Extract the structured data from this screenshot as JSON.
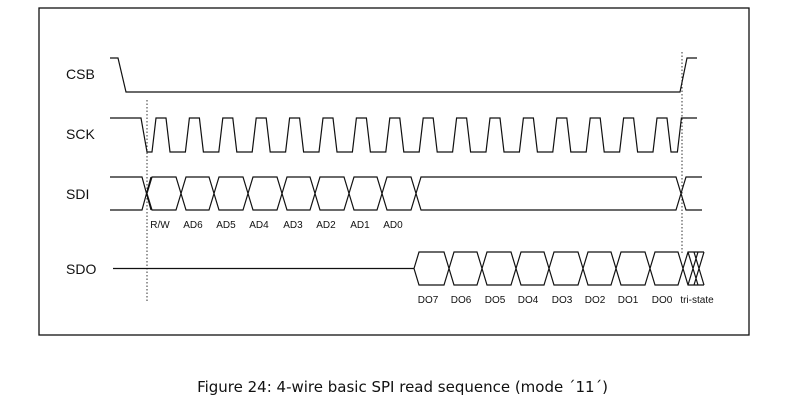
{
  "signals": {
    "csb": "CSB",
    "sck": "SCK",
    "sdi": "SDI",
    "sdo": "SDO"
  },
  "sdi_bits": [
    "R/W",
    "AD6",
    "AD5",
    "AD4",
    "AD3",
    "AD2",
    "AD1",
    "AD0"
  ],
  "sdo_bits": [
    "DO7",
    "DO6",
    "DO5",
    "DO4",
    "DO3",
    "DO2",
    "DO1",
    "DO0",
    "tri-state"
  ],
  "caption": "Figure 24: 4-wire basic SPI read sequence (mode ´11´)"
}
